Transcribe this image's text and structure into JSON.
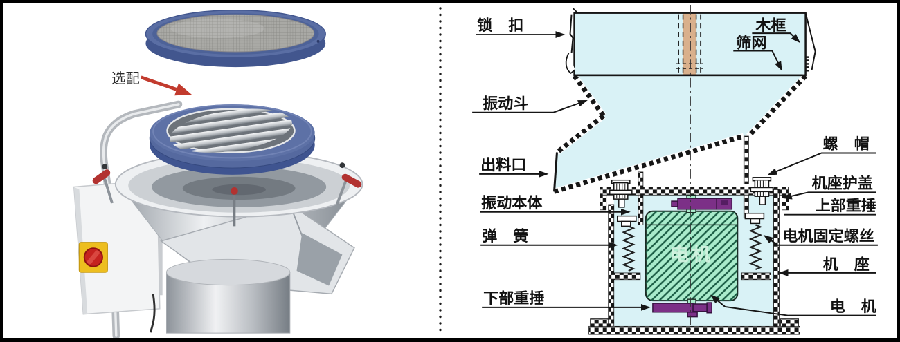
{
  "panels": {
    "photo": {
      "optional_label": "选配",
      "colors": {
        "rim_blue": "#55699f",
        "arrow_red": "#c23b2e",
        "switch_yellow": "#edbe1f",
        "switch_red": "#c5221f"
      }
    },
    "diagram": {
      "labels": {
        "lock": "锁   扣",
        "wood_frame": "木框",
        "mesh": "筛网",
        "hopper": "振动斗",
        "outlet": "出料口",
        "vibration_body": "振动本体",
        "spring": "弹   簧",
        "lower_weight": "下部重捶",
        "nut": "螺   帽",
        "base_cover": "机座护盖",
        "upper_weight": "上部重捶",
        "motor_fixing_screw": "电机固定螺丝",
        "base": "机   座",
        "motor": "电   机",
        "motor_center": "电机"
      },
      "colors": {
        "fill_cyan": "#d9f2f6",
        "center_tan": "#d9b08c",
        "weight_purple": "#7c3087",
        "motor_green": "#a9ebcb",
        "line": "#161616"
      }
    }
  }
}
